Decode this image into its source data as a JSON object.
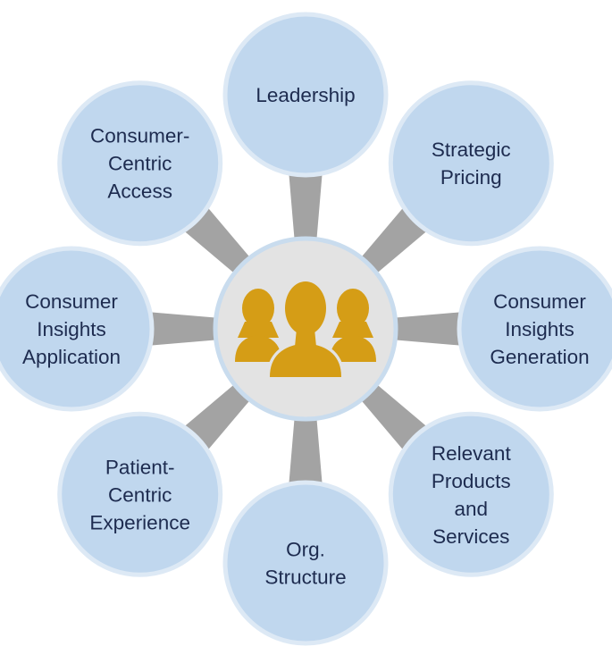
{
  "hub": {
    "icon": "people-group-icon",
    "color": "#d59d16"
  },
  "colors": {
    "node_fill": "#c0d7ee",
    "connector": "#a3a3a3",
    "text": "#1d2b4f",
    "hub_fill": "#e3e3e3"
  },
  "nodes": [
    {
      "id": "leadership",
      "lines": [
        "Leadership"
      ]
    },
    {
      "id": "strategic-pricing",
      "lines": [
        "Strategic",
        "Pricing"
      ]
    },
    {
      "id": "consumer-insights-generation",
      "lines": [
        "Consumer",
        "Insights",
        "Generation"
      ]
    },
    {
      "id": "relevant-products-and-services",
      "lines": [
        "Relevant",
        "Products",
        "and",
        "Services"
      ]
    },
    {
      "id": "org-structure",
      "lines": [
        "Org.",
        "Structure"
      ]
    },
    {
      "id": "patient-centric-experience",
      "lines": [
        "Patient-",
        "Centric",
        "Experience"
      ]
    },
    {
      "id": "consumer-insights-application",
      "lines": [
        "Consumer",
        "Insights",
        "Application"
      ]
    },
    {
      "id": "consumer-centric-access",
      "lines": [
        "Consumer-",
        "Centric",
        "Access"
      ]
    }
  ]
}
